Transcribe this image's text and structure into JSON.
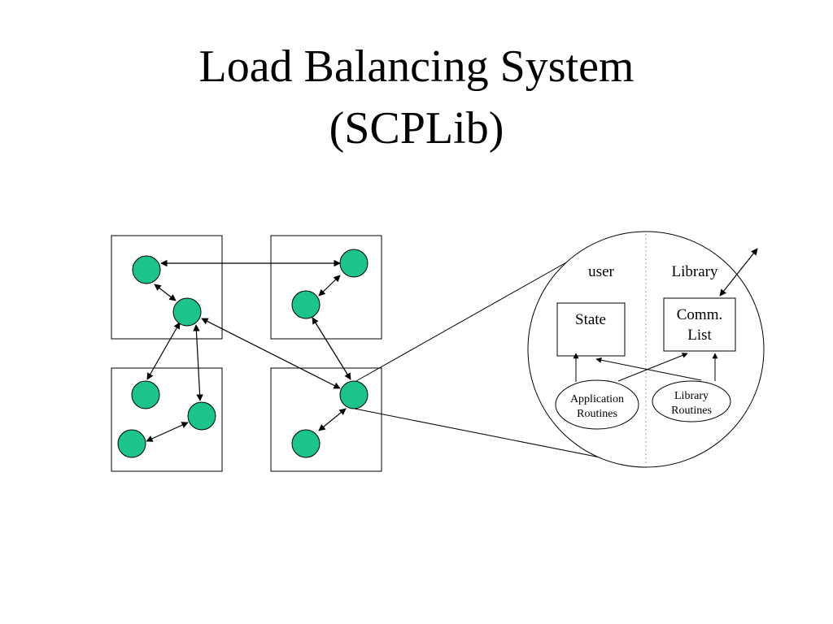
{
  "title": {
    "line1": "Load Balancing System",
    "line2": "(SCPLib)"
  },
  "colors": {
    "node_fill": "#1cc48c",
    "stroke": "#000000",
    "background": "#ffffff"
  },
  "zoom": {
    "label_user": "user",
    "label_library": "Library",
    "state_box": "State",
    "comm_list_line1": "Comm.",
    "comm_list_line2": "List",
    "app_routines_line1": "Application",
    "app_routines_line2": "Routines",
    "lib_routines_line1": "Library",
    "lib_routines_line2": "Routines"
  }
}
